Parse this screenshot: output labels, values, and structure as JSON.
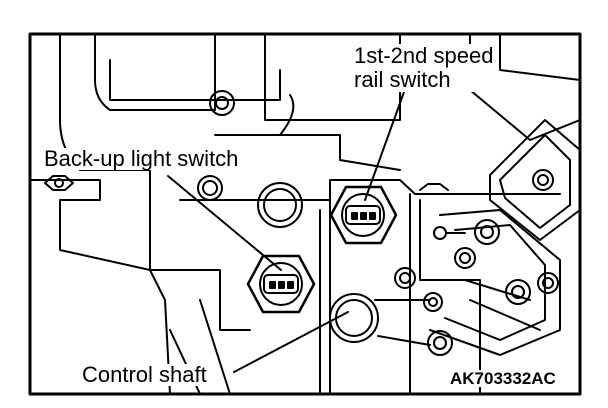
{
  "labels": {
    "speed_rail_switch": [
      "1st-2nd speed",
      "rail switch"
    ],
    "backup_light_switch": "Back-up light switch",
    "control_shaft": "Control shaft"
  },
  "figure_code": "AK703332AC",
  "colors": {
    "ink": "#000000",
    "paper": "#ffffff"
  }
}
